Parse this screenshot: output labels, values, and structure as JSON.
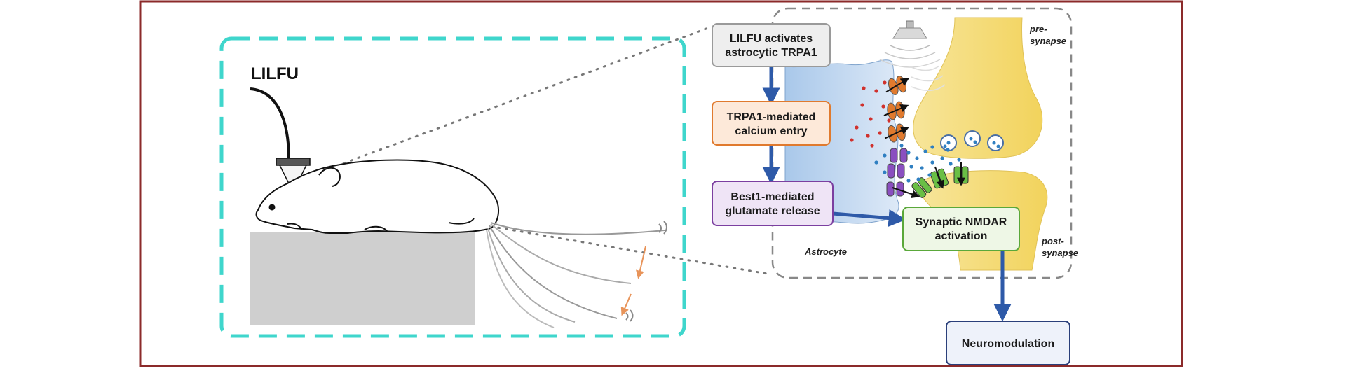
{
  "stimulus_label": "LILFU",
  "steps": {
    "step1": {
      "line1": "LILFU activates",
      "line2": "astrocytic TRPA1"
    },
    "step2": {
      "line1": "TRPA1-mediated",
      "line2": "calcium entry"
    },
    "step3": {
      "line1": "Best1-mediated",
      "line2": "glutamate release"
    },
    "step4": {
      "line1": "Synaptic NMDAR",
      "line2": "activation"
    },
    "step5": {
      "line1": "Neuromodulation"
    }
  },
  "labels": {
    "presynapse_1": "pre-",
    "presynapse_2": "synapse",
    "postsynapse_1": "post-",
    "postsynapse_2": "synapse",
    "astrocyte": "Astrocyte"
  },
  "colors": {
    "frame": "#8b2a2a",
    "dashed_box": "#3fd6cc",
    "arrow_blue": "#2e5aa8",
    "step1_border": "#9a9a9a",
    "step1_fill": "#eeeeee",
    "step2_border": "#e07a2e",
    "step2_fill": "#fde9d9",
    "step3_border": "#7b3fa0",
    "step3_fill": "#efe4f6",
    "step4_border": "#5aa83a",
    "step4_fill": "#eef7e6",
    "step5_border": "#2a3f7a",
    "step5_fill": "#eef2fa",
    "astrocyte_fill": "#b6d2ef",
    "synapse_fill": "#f6e08a",
    "calcium_dots": "#d0312d",
    "glutamate_dots": "#2f7fc1",
    "trpa1_channel": "#e07a2e",
    "best1_channel": "#7b3fa0",
    "nmdar_channel": "#5aa83a"
  }
}
